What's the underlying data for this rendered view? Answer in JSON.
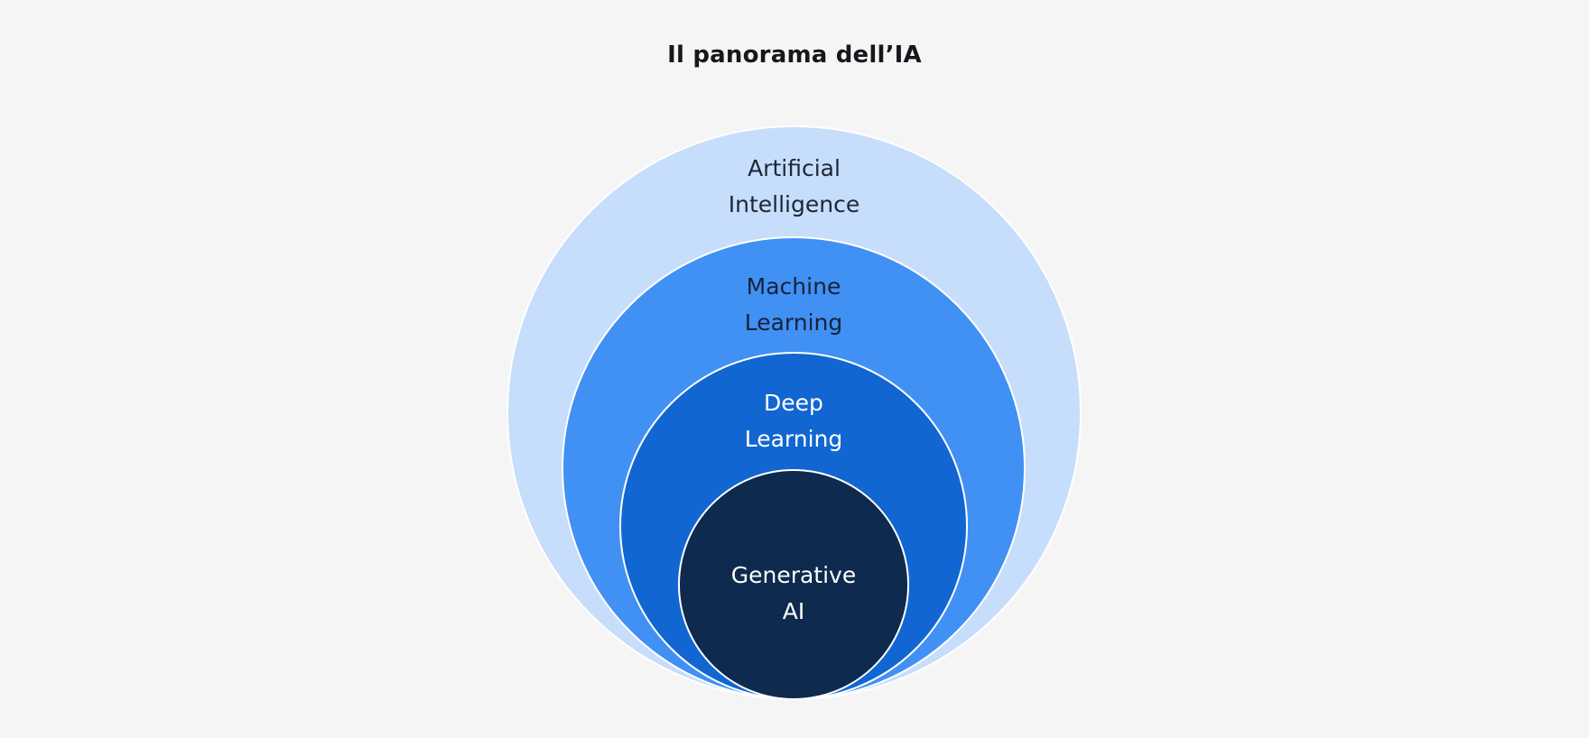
{
  "title": "Il panorama dell’IA",
  "page": {
    "background_color": "#f5f5f6",
    "title_color": "#17171c",
    "ring_border_color": "#ffffff"
  },
  "diagram": {
    "type": "nested-circles",
    "description": "Concentric Euler diagram of AI fields, all circles tangent at the bottom",
    "rings": [
      {
        "label": "Artificial Intelligence",
        "line1": "Artificial",
        "line2": "Intelligence",
        "fill": "#c6ddfb",
        "text_color": "#1e2736"
      },
      {
        "label": "Machine Learning",
        "line1": "Machine",
        "line2": "Learning",
        "fill": "#4190f4",
        "text_color": "#16233a"
      },
      {
        "label": "Deep Learning",
        "line1": "Deep",
        "line2": "Learning",
        "fill": "#1266d1",
        "text_color": "#ffffff"
      },
      {
        "label": "Generative AI",
        "line1": "Generative",
        "line2": "AI",
        "fill": "#0e2a4e",
        "text_color": "#ffffff"
      }
    ]
  }
}
